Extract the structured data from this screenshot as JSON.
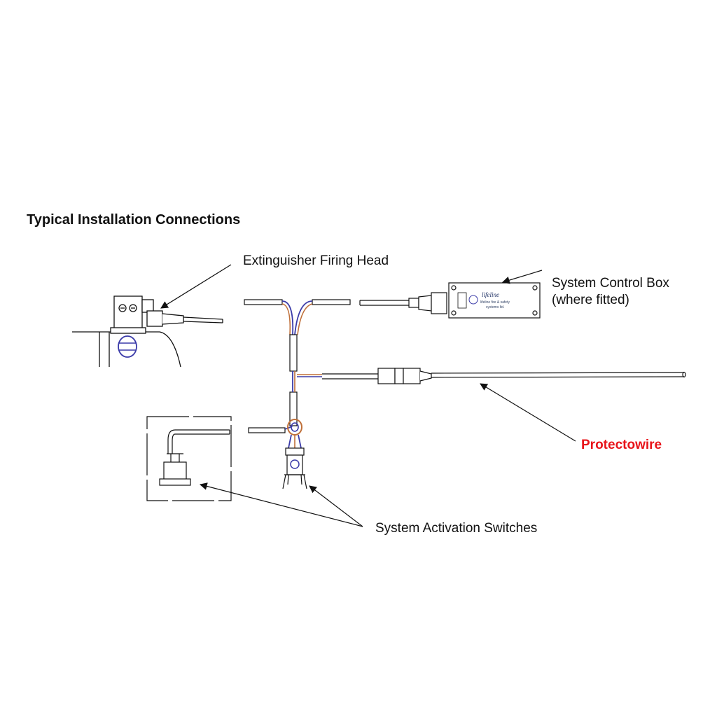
{
  "title": "Typical Installation Connections",
  "labels": {
    "firing_head": "Extinguisher Firing Head",
    "control_box_line1": "System Control Box",
    "control_box_line2": "(where fitted)",
    "protectowire": "Protectowire",
    "activation_switches": "System Activation Switches"
  },
  "control_box": {
    "logo": "lifeline",
    "line1": "lifeline fire & safety",
    "line2": "systems ltd."
  },
  "colors": {
    "line": "#111111",
    "wire_blue": "#3a3aa8",
    "wire_orange": "#c0703a",
    "highlight": "#e8141a"
  }
}
